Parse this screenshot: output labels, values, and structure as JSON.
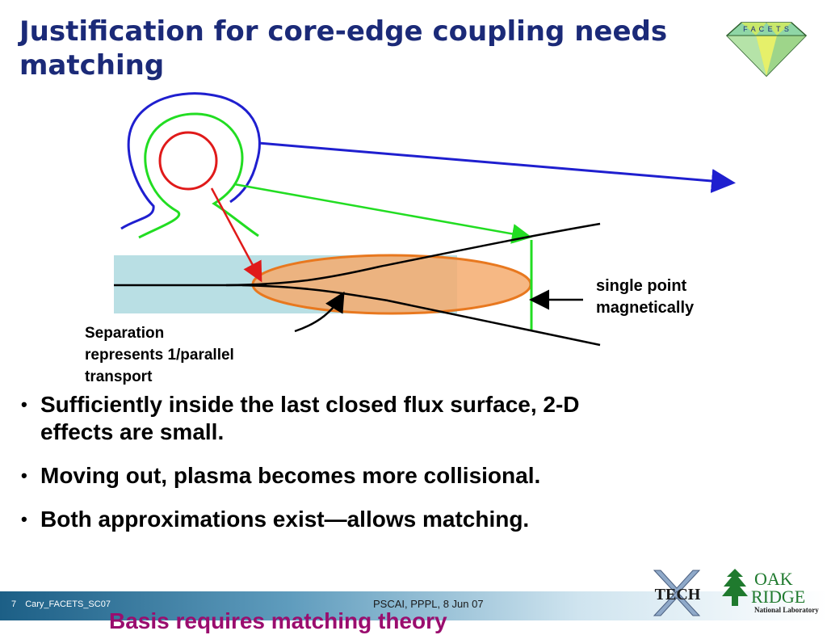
{
  "slide": {
    "title": "Justification for core-edge coupling needs matching",
    "facets_logo_letters": "F A C E T S",
    "diagram_labels": {
      "right": [
        "single point",
        "magnetically"
      ],
      "separation": [
        "Separation",
        "represents 1/parallel",
        "transport"
      ]
    },
    "bullets": [
      "Sufficiently inside the last closed flux surface, 2-D effects are small.",
      "Moving out, plasma becomes more collisional.",
      "Both approximations exist—allows matching."
    ],
    "bullet_marker": "•",
    "overflow_text": "Basis requires matching theory",
    "footer": {
      "slide_number": "7",
      "file_name": "Cary_FACETS_SC07",
      "center": "PSCAI, PPPL, 8 Jun 07"
    },
    "logos": {
      "techx": "TECH",
      "ornl_line1": "OAK",
      "ornl_line2": "RIDGE",
      "ornl_line3": "National Laboratory"
    },
    "colors": {
      "title": "#1b2a78",
      "blue_surface": "#1f1fcf",
      "green_surface": "#22dd22",
      "red_surface": "#e01a1a",
      "band_fill": "#b9dfe4",
      "ellipse_fill": "#f5ac6f",
      "ellipse_stroke": "#e8781f",
      "overflow_text": "#9a0d6e"
    },
    "icons": [
      "facets-diamond-icon",
      "techx-logo-icon",
      "oak-tree-icon"
    ]
  }
}
